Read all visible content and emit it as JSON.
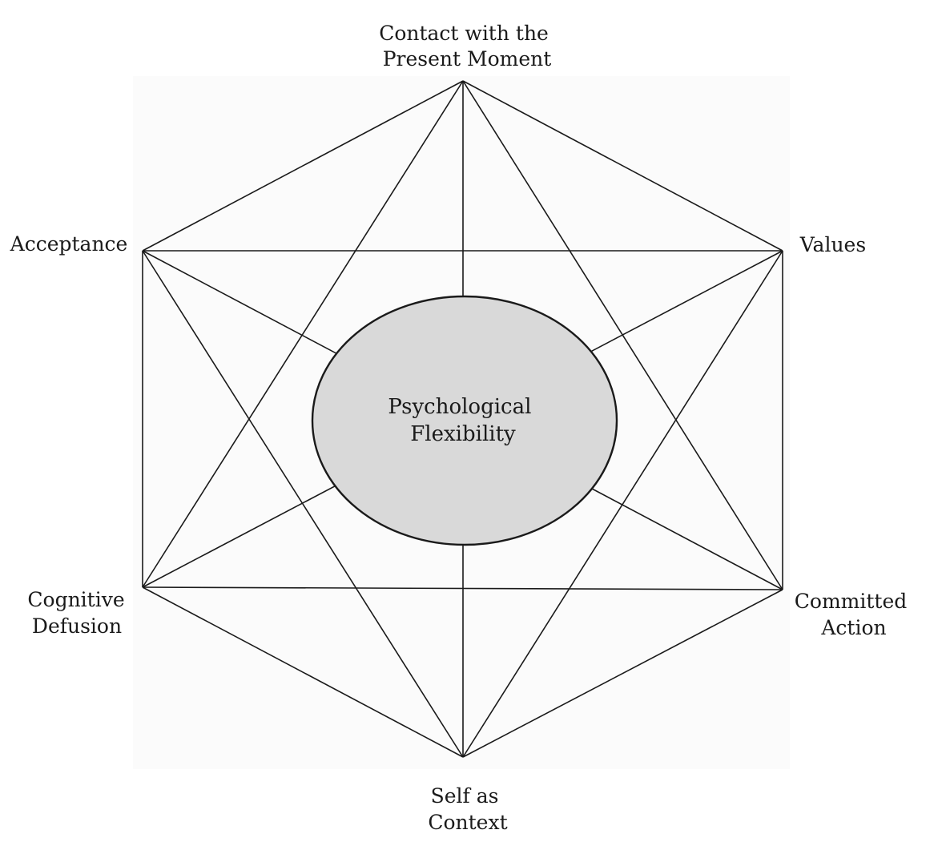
{
  "nodes": {
    "top": {
      "lines": [
        "Contact with the",
        "Present Moment"
      ]
    },
    "upper_left": {
      "lines": [
        "Acceptance"
      ]
    },
    "upper_right": {
      "lines": [
        "Values"
      ]
    },
    "lower_left": {
      "lines": [
        "Cognitive",
        "Defusion"
      ]
    },
    "lower_right": {
      "lines": [
        "Committed",
        "Action"
      ]
    },
    "bottom": {
      "lines": [
        "Self as",
        "Context"
      ]
    }
  },
  "center": {
    "lines": [
      "Psychological",
      "Flexibility"
    ]
  },
  "colors": {
    "line": "#1a1a1a",
    "center_fill": "#d9d9d9",
    "panel": "#fbfbfb"
  }
}
